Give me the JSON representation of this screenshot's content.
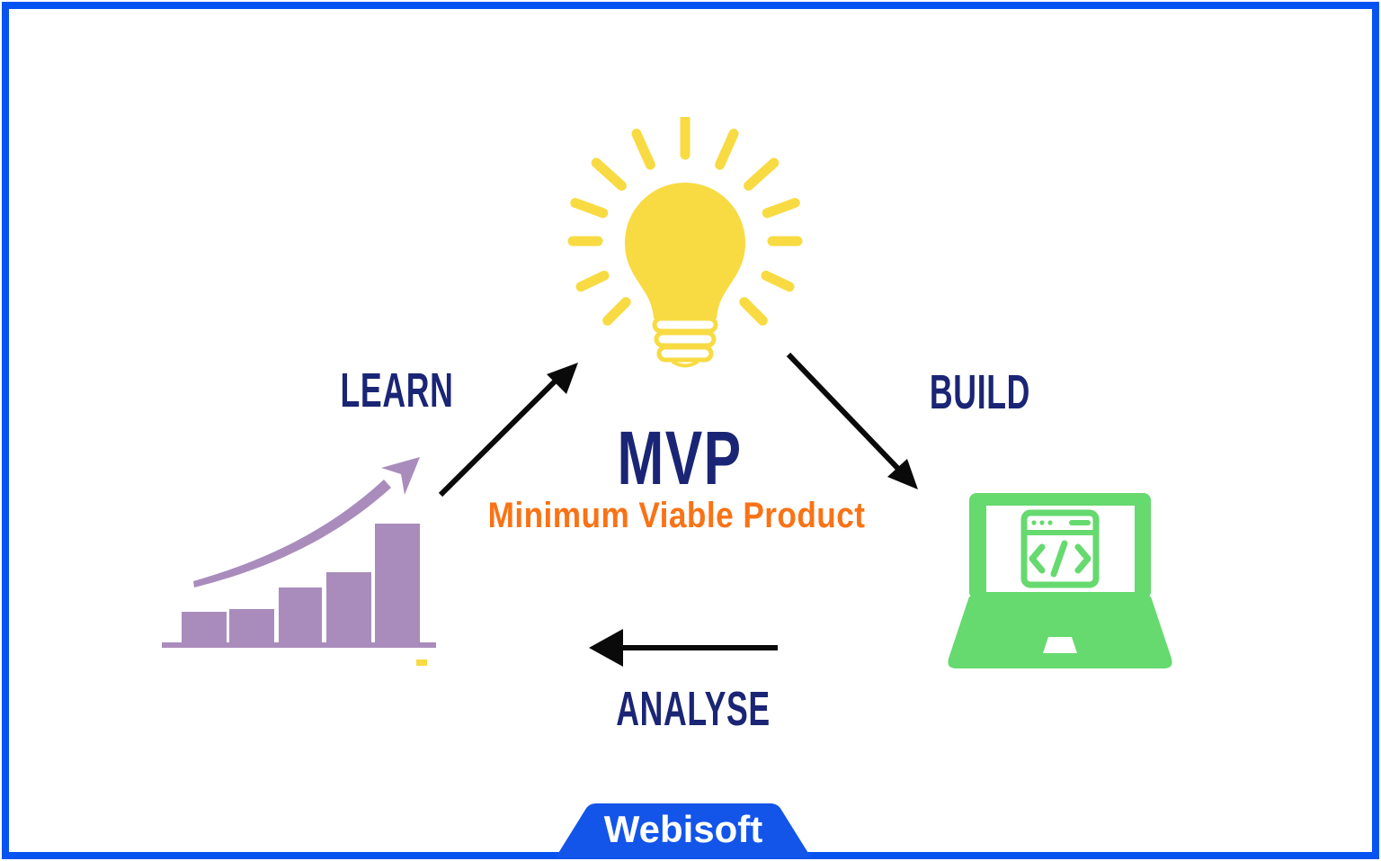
{
  "diagram": {
    "center": {
      "title": "MVP",
      "subtitle": "Minimum Viable Product"
    },
    "stages": {
      "learn": "LEARN",
      "build": "BUILD",
      "analyse": "ANALYSE"
    },
    "icons": {
      "idea": "idea-lightbulb-icon",
      "learn": "growth-bar-chart-icon",
      "build": "laptop-code-icon"
    }
  },
  "branding": {
    "logo_text": "Webisoft"
  },
  "colors": {
    "border_blue": "#0653F1",
    "logo_blue": "#1355E9",
    "navy_text": "#1B2575",
    "orange_subtitle": "#F97316",
    "bulb_yellow": "#F8DB42",
    "chart_purple": "#A98CBC",
    "laptop_green": "#66D96F",
    "arrow_black": "#0A0A0A"
  }
}
